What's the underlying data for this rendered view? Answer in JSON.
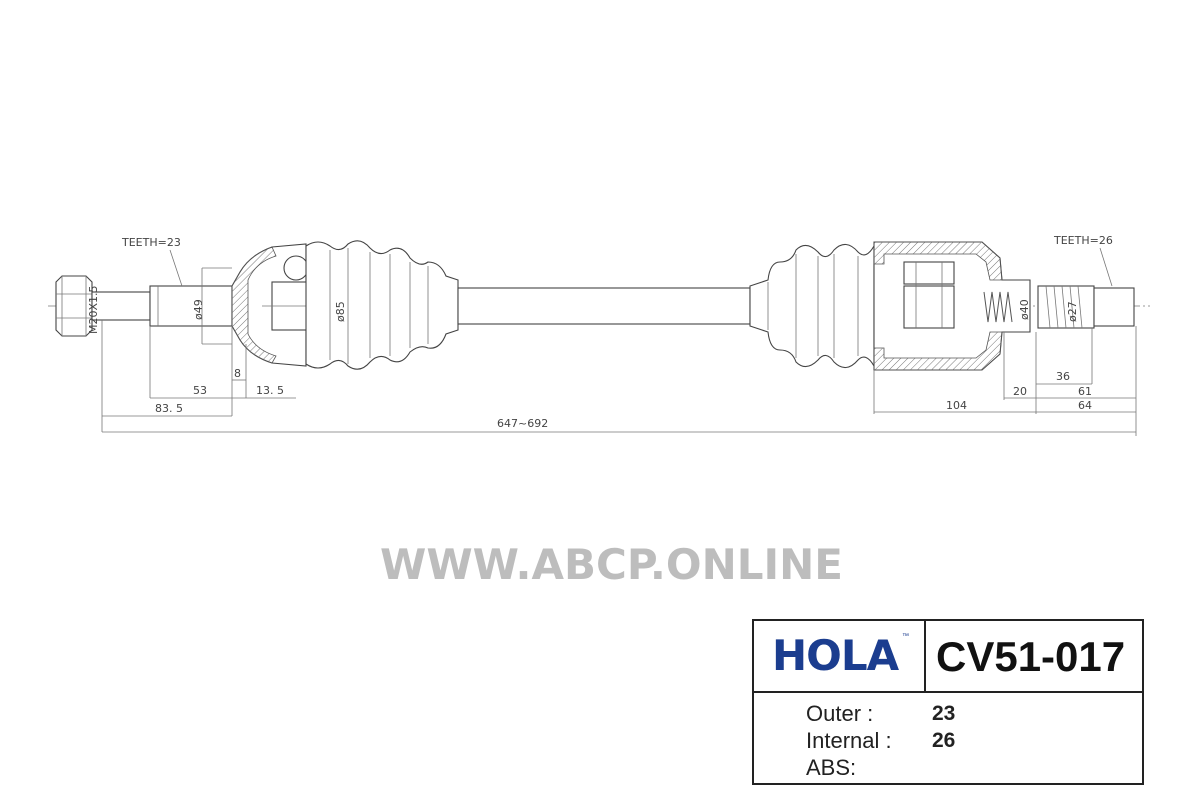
{
  "drawing": {
    "outer_teeth_label": "TEETH=23",
    "inner_teeth_label": "TEETH=26",
    "thread_label": "M20X1.5",
    "diameters": {
      "d49": "ø49",
      "d85": "ø85",
      "d40": "ø40",
      "d27": "ø27"
    },
    "dimensions": {
      "d53": "53",
      "d8": "8",
      "d13_5": "13. 5",
      "d83_5": "83. 5",
      "total_length": "647~692",
      "d104": "104",
      "d20": "20",
      "d36": "36",
      "d61": "61",
      "d64": "64"
    }
  },
  "watermark": "WWW.ABCP.ONLINE",
  "infobox": {
    "brand": "HOLA",
    "trademark": "™",
    "part_number": "CV51-017",
    "rows": [
      {
        "label": "Outer :",
        "value": "23"
      },
      {
        "label": "Internal :",
        "value": "26"
      },
      {
        "label": "ABS:",
        "value": ""
      }
    ]
  },
  "colors": {
    "brand_blue": "#1b3d8f",
    "watermark_gray": "#bdbdbd",
    "line": "#555555"
  }
}
